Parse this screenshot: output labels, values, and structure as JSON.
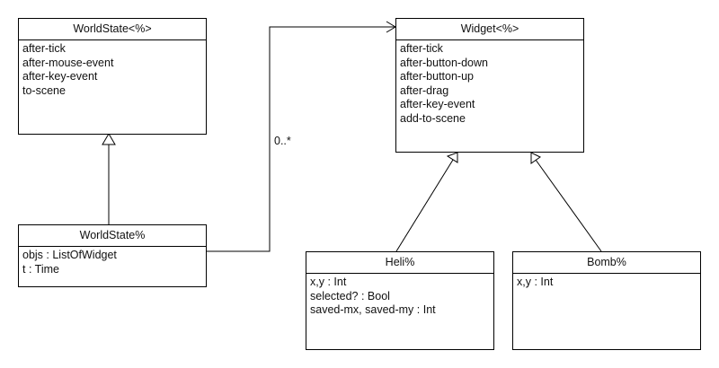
{
  "classes": {
    "worldstate_iface": {
      "name": "WorldState<%>",
      "members": [
        "after-tick",
        "after-mouse-event",
        "after-key-event",
        "to-scene"
      ]
    },
    "worldstate_class": {
      "name": "WorldState%",
      "members": [
        "objs : ListOfWidget",
        "t : Time"
      ]
    },
    "widget_iface": {
      "name": "Widget<%>",
      "members": [
        "after-tick",
        "after-button-down",
        "after-button-up",
        "after-drag",
        "after-key-event",
        "add-to-scene"
      ]
    },
    "heli_class": {
      "name": "Heli%",
      "members": [
        "x,y : Int",
        "selected? : Bool",
        "saved-mx, saved-my : Int"
      ]
    },
    "bomb_class": {
      "name": "Bomb%",
      "members": [
        "x,y : Int"
      ]
    }
  },
  "associations": {
    "objs_multiplicity": "0..*"
  }
}
